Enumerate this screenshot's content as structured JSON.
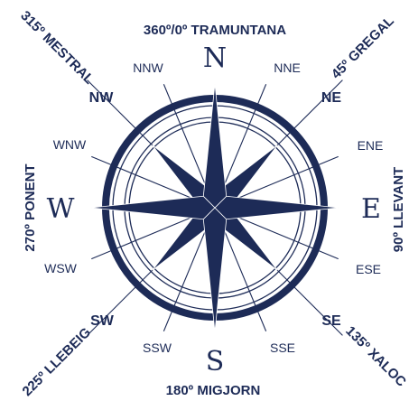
{
  "rose": {
    "colors": {
      "navy": "#1d2b57",
      "background": "#ffffff"
    },
    "cardinals": {
      "n": "N",
      "e": "E",
      "s": "S",
      "w": "W"
    },
    "intercardinals": {
      "ne": "NE",
      "se": "SE",
      "sw": "SW",
      "nw": "NW"
    },
    "minor": {
      "nne": "NNE",
      "ene": "ENE",
      "ese": "ESE",
      "sse": "SSE",
      "ssw": "SSW",
      "wsw": "WSW",
      "wnw": "WNW",
      "nnw": "NNW"
    },
    "winds": {
      "north": "360º/0º TRAMUNTANA",
      "northeast": "45º GREGAL",
      "east": "90º LLEVANT",
      "southeast": "135º XALOC",
      "south": "180º MIGJORN",
      "southwest": "225º LLEBEIG",
      "west": "270º PONENT",
      "northwest": "315º MESTRAL"
    }
  }
}
